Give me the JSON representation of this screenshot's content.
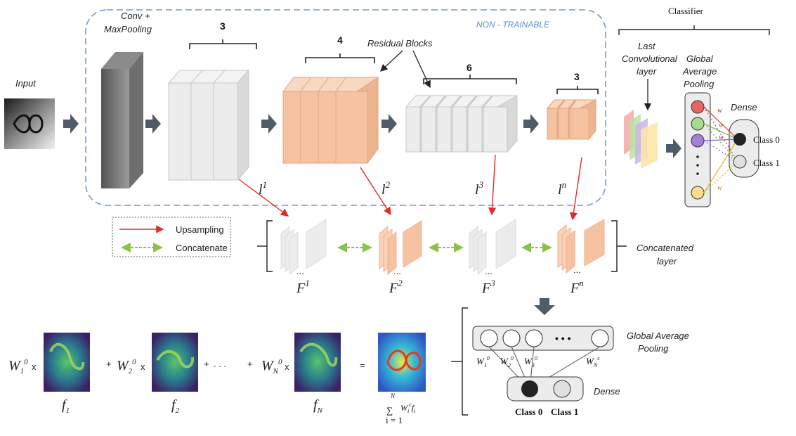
{
  "labels": {
    "input": "Input",
    "conv": "Conv +",
    "maxpool": "MaxPooling",
    "non_trainable": "NON - TRAINABLE",
    "residual_blocks": "Residual Blocks",
    "classifier": "Classifier",
    "last_conv_1": "Last",
    "last_conv_2": "Convolutional",
    "last_conv_3": "layer",
    "gap_1": "Global",
    "gap_2": "Average",
    "gap_3": "Pooling",
    "dense": "Dense",
    "class0": "Class 0",
    "class1": "Class 1",
    "concat_1": "Concatenated",
    "concat_2": "layer",
    "gap2_1": "Global Average",
    "gap2_2": "Pooling",
    "dense2": "Dense",
    "class0_b": "Class 0",
    "class1_b": "Class 1"
  },
  "block_counts": [
    "3",
    "4",
    "6",
    "3"
  ],
  "layer_labels": [
    "l",
    "l",
    "l",
    "l"
  ],
  "layer_sup": [
    "1",
    "2",
    "3",
    "n"
  ],
  "feature_labels": [
    "F",
    "F",
    "F",
    "F"
  ],
  "feature_sup": [
    "1",
    "2",
    "3",
    "n"
  ],
  "legend": {
    "upsampling": "Upsampling",
    "concatenate": "Concatenate"
  },
  "weights_top": [
    "w",
    "w",
    "w",
    "w"
  ],
  "weights_bottom": [
    "W",
    "W",
    "W",
    "W"
  ],
  "weights_bottom_sub": [
    "1",
    "2",
    "3",
    "N"
  ],
  "weights_bottom_sup": [
    "0",
    "0",
    "0",
    "c"
  ],
  "equation": {
    "w1": "W",
    "w1_sub": "1",
    "w1_sup": "0",
    "w2": "W",
    "w2_sub": "2",
    "w2_sup": "0",
    "wn": "W",
    "wn_sub": "N",
    "wn_sup": "0",
    "times": "x",
    "plus": "+",
    "dots": ". . .",
    "equals": "=",
    "f1": "f",
    "f1_sub": "1",
    "f2": "f",
    "f2_sub": "2",
    "fn": "f",
    "fn_sub": "N",
    "sum_top": "N",
    "sum_bottom": "i = 1",
    "sum_term": "W",
    "sum_term_sub": "i",
    "sum_term_sup": "c",
    "sum_f": "f",
    "sum_f_sub": "i"
  },
  "gap_dots": "• • •",
  "colors": {
    "gray_block": "#e2e2e2",
    "orange_block": "#f6c3a2",
    "dark_arrow": "#4f5b66",
    "upsample": "#e02b2b",
    "concat": "#8bc34a",
    "border": "#6f9bd1"
  }
}
